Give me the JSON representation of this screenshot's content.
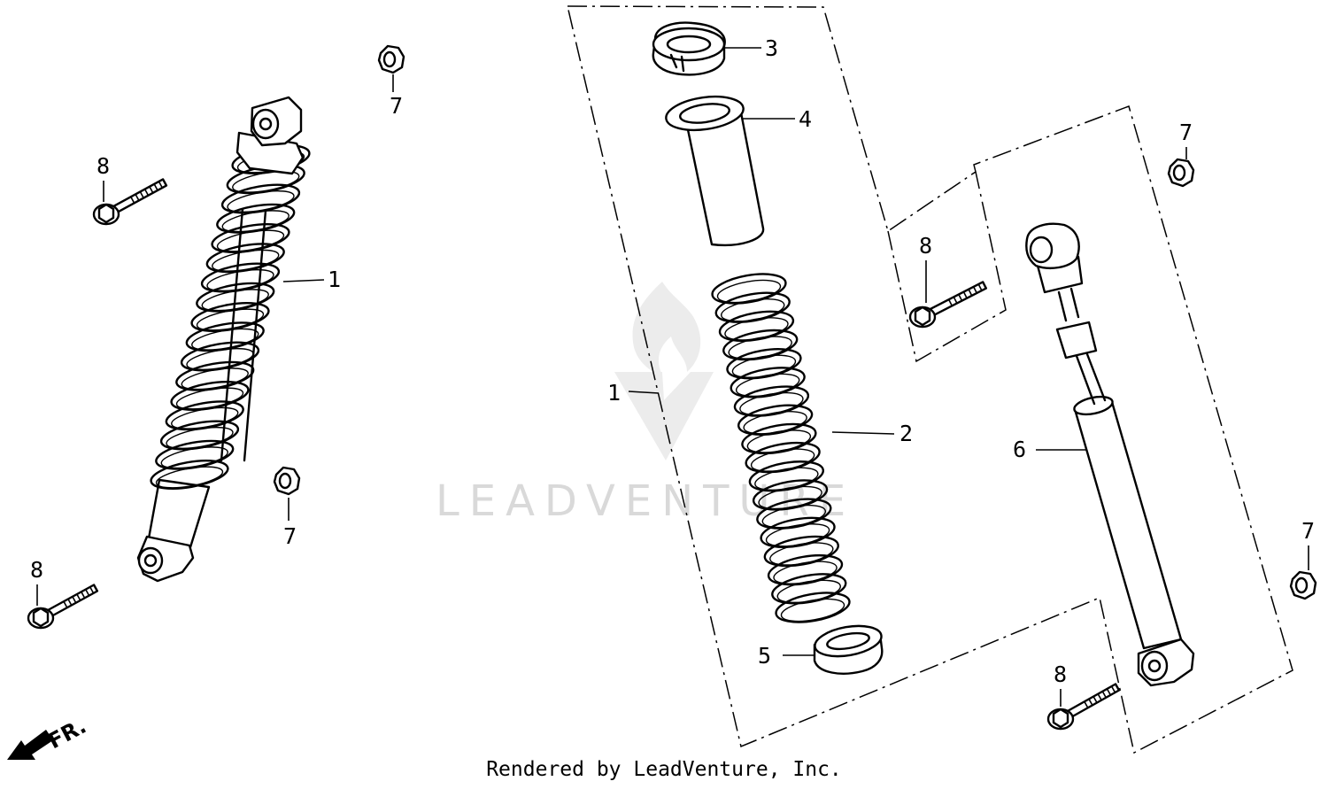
{
  "callouts": {
    "shock_assembly": "1",
    "spring": "2",
    "spring_seat_upper": "3",
    "spring_guide": "4",
    "spring_seat_lower": "5",
    "damper": "6",
    "nut": "7",
    "bolt": "8"
  },
  "front_indicator": "FR.",
  "watermark": "LEADVENTURE",
  "credit": "Rendered by LeadVenture, Inc.",
  "colors": {
    "line": "#000000",
    "background": "#ffffff",
    "watermark": "#d9d9d9"
  }
}
